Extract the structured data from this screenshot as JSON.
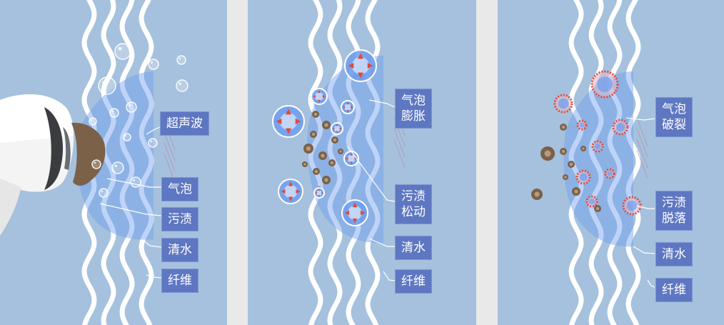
{
  "colors": {
    "page_background": "#e9e9e9",
    "panel_background": "#a5c1dd",
    "fiber": "#ffffff",
    "label_fill": "#5e77c2",
    "label_text": "#ffffff",
    "bubble": "#6f9df0",
    "burst_ring": "#e04a3a",
    "dirt": "#7a6148"
  },
  "panels": [
    {
      "stage": "ultrasound",
      "labels": [
        {
          "text": "超声波"
        },
        {
          "text": "气泡"
        },
        {
          "text": "污渍"
        },
        {
          "text": "清水"
        },
        {
          "text": "纤维"
        }
      ]
    },
    {
      "stage": "bubble-expansion",
      "labels": [
        {
          "text": "气泡\n膨胀"
        },
        {
          "text": "污渍\n松动"
        },
        {
          "text": "清水"
        },
        {
          "text": "纤维"
        }
      ]
    },
    {
      "stage": "bubble-burst",
      "labels": [
        {
          "text": "气泡\n破裂"
        },
        {
          "text": "污渍\n脱落"
        },
        {
          "text": "清水"
        },
        {
          "text": "纤维"
        }
      ]
    }
  ]
}
